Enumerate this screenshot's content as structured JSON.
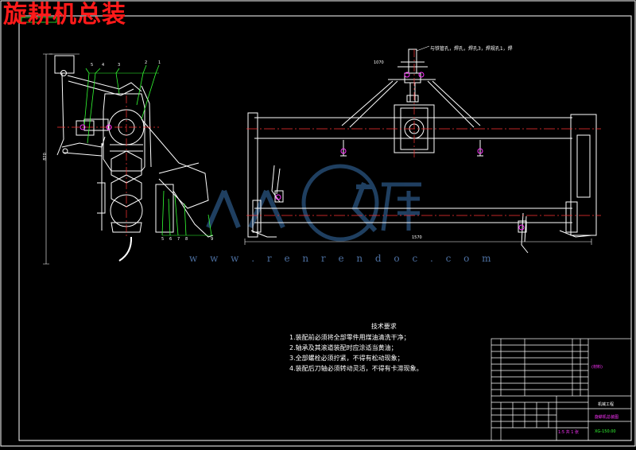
{
  "title": "旋耕机总装",
  "watermark": {
    "url": "w w w . r e n r e n d o c . c o m"
  },
  "top_note": "与铁管孔，焊孔，焊孔3，焊规孔1，焊",
  "dims": {
    "overall_width": "1570",
    "height": "820",
    "flange": "1070"
  },
  "part_labels_left": [
    "5",
    "4",
    "3",
    "2",
    "1"
  ],
  "part_labels_bottom": [
    "5",
    "6",
    "7",
    "8",
    "9"
  ],
  "tech_requirements": {
    "heading": "技术要求",
    "items": [
      "1.装配前必须将全部零件用煤油清洗干净；",
      "2.轴承及其滚道装配时应涂适当黄油；",
      "3.全部螺栓必须拧紧，不得有松动现象；",
      "4.装配后刀轴必须转动灵活，不得有卡滞现象。"
    ]
  },
  "title_block": {
    "drawing_no": "XG-150.00",
    "material_note": "(材料)",
    "company": "机械工程",
    "drawing_name": "旋耕机总装图",
    "scale_row": "1:5 共 1 张"
  }
}
